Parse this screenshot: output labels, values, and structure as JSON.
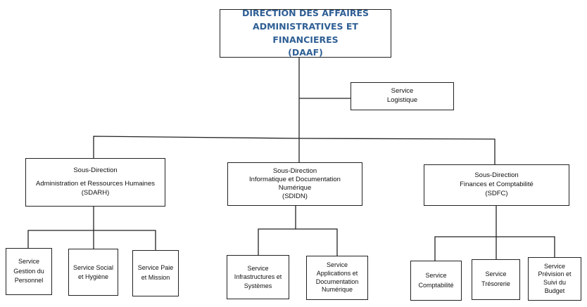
{
  "org": {
    "root": {
      "line1": "DIRECTION DES AFFAIRES",
      "line2": "ADMINISTRATIVES ET FINANCIERES",
      "line3": "(DAAF)"
    },
    "logistique": {
      "line1": "Service",
      "line2": "Logistique"
    },
    "sdarh": {
      "line1": "Sous-Direction",
      "line2": "Administration et Ressources Humaines",
      "line3": "(SDARH)",
      "services": [
        {
          "line1": "Service",
          "line2": "Gestion du",
          "line3": "Personnel"
        },
        {
          "line1": "Service Social",
          "line2": "et Hygiène"
        },
        {
          "line1": "Service Paie",
          "line2": "et Mission"
        }
      ]
    },
    "sdidn": {
      "line1": "Sous-Direction",
      "line2": "Informatique et Documentation",
      "line3": "Numérique",
      "line4": "(SDIDN)",
      "services": [
        {
          "line1": "Service",
          "line2": "Infrastructures et",
          "line3": "Systèmes"
        },
        {
          "line1": "Service",
          "line2": "Applications et",
          "line3": "Documentation",
          "line4": "Numérique"
        }
      ]
    },
    "sdfc": {
      "line1": "Sous-Direction",
      "line2": "Finances et Comptabilité",
      "line3": "(SDFC)",
      "services": [
        {
          "line1": "Service",
          "line2": "Comptabilité"
        },
        {
          "line1": "Service",
          "line2": "Trésorerie"
        },
        {
          "line1": "Service",
          "line2": "Prévision et",
          "line3": "Suivi du",
          "line4": "Budget"
        }
      ]
    }
  }
}
